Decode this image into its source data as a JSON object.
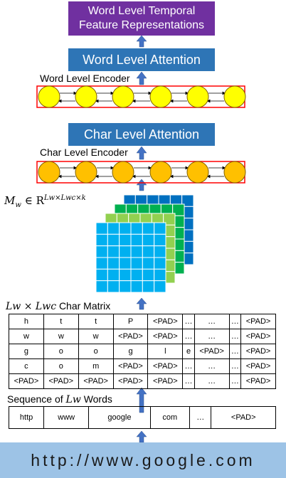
{
  "top_output": {
    "line1": "Word Level Temporal",
    "line2": "Feature Representations"
  },
  "word_attention": "Word Level Attention",
  "word_encoder_label": "Word Level Encoder",
  "char_attention": "Char Level Attention",
  "char_encoder_label": "Char Level Encoder",
  "embedding_label": {
    "lhs": "M",
    "sub": "w",
    "op": "∈ R",
    "sup": "Lw×Lwc×k"
  },
  "char_matrix_label": {
    "math": "Lw × Lwc",
    "text": "Char Matrix"
  },
  "char_matrix": [
    [
      "h",
      "t",
      "t",
      "P",
      "<PAD>",
      "…",
      "…",
      "…",
      "<PAD>"
    ],
    [
      "w",
      "w",
      "w",
      "<PAD>",
      "<PAD>",
      "…",
      "…",
      "…",
      "<PAD>"
    ],
    [
      "g",
      "o",
      "o",
      "g",
      "l",
      "e",
      "<PAD>",
      "…",
      "<PAD>"
    ],
    [
      "c",
      "o",
      "m",
      "<PAD>",
      "<PAD>",
      "…",
      "…",
      "…",
      "<PAD>"
    ],
    [
      "<PAD>",
      "<PAD>",
      "<PAD>",
      "<PAD>",
      "<PAD>",
      "…",
      "…",
      "…",
      "<PAD>"
    ]
  ],
  "sequence_label": {
    "text": "Sequence of",
    "math": "Lw",
    "suffix": "Words"
  },
  "word_sequence": [
    "http",
    "www",
    "google",
    "com",
    "…",
    "<PAD>"
  ],
  "input_url": "http://www.google.com",
  "colors": {
    "top_box": "#7030a0",
    "attention_box": "#2e75b6",
    "word_node": "#ffff00",
    "char_node": "#ffc000",
    "encoder_border": "#ff0000",
    "arrow": "#4472c4",
    "cube_layers": [
      "#0070c0",
      "#00b050",
      "#92d050",
      "#00b0f0"
    ],
    "url_bar": "#9dc3e6"
  }
}
